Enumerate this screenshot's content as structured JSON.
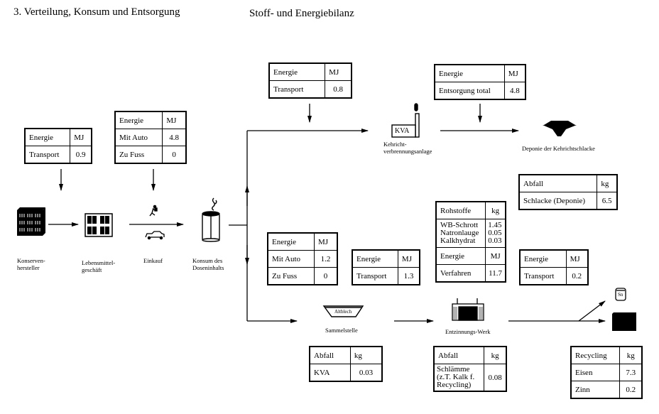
{
  "header": {
    "section_title": "3. Verteilung, Konsum und Entsorgung",
    "subtitle": "Stoff- und Energiebilanz"
  },
  "nodes": {
    "konservenhersteller": "Konserven-\nhersteller",
    "lebensmittelgeschaeft": "Lebensmittel-\ngeschäft",
    "einkauf": "Einkauf",
    "konsum": "Konsum des\nDoseninhalts",
    "kva": "Kehricht-\nverbrennungsanlage",
    "kva_icon_label": "KVA",
    "deponie": "Deponie der Kehrichtschlacke",
    "sammelstelle": "Sammelstelle",
    "sammelstelle_icon_label": "Altblech",
    "entzinnungswerk": "Entzinnungs-Werk",
    "tin_can_icon_label": "Sn"
  },
  "tables": {
    "transport_hersteller": {
      "head": [
        "Energie",
        "MJ"
      ],
      "rows": [
        [
          "Transport",
          "0.9"
        ]
      ]
    },
    "einkauf": {
      "head": [
        "Energie",
        "MJ"
      ],
      "rows": [
        [
          "Mit Auto",
          "4.8"
        ],
        [
          "Zu Fuss",
          "0"
        ]
      ]
    },
    "transport_kva": {
      "head": [
        "Energie",
        "MJ"
      ],
      "rows": [
        [
          "Transport",
          "0.8"
        ]
      ]
    },
    "entsorgung": {
      "head": [
        "Energie",
        "MJ"
      ],
      "rows": [
        [
          "Entsorgung total",
          "4.8"
        ]
      ]
    },
    "abfall_schlacke": {
      "head": [
        "Abfall",
        "kg"
      ],
      "rows": [
        [
          "Schlacke (Deponie)",
          "6.5"
        ]
      ]
    },
    "sammel_fahrt": {
      "head": [
        "Energie",
        "MJ"
      ],
      "rows": [
        [
          "Mit Auto",
          "1.2"
        ],
        [
          "Zu Fuss",
          "0"
        ]
      ]
    },
    "transport_sammel": {
      "head": [
        "Energie",
        "MJ"
      ],
      "rows": [
        [
          "Transport",
          "1.3"
        ]
      ]
    },
    "rohstoffe": {
      "head": [
        "Rohstoffe",
        "kg"
      ],
      "items": [
        "WB-Schrott",
        "Natronlauge",
        "Kalkhydrat"
      ],
      "values": [
        "1.45",
        "0.05",
        "0.03"
      ],
      "energy_head": [
        "Energie",
        "MJ"
      ],
      "energy_rows": [
        [
          "Verfahren",
          "11.7"
        ]
      ]
    },
    "transport_recycling": {
      "head": [
        "Energie",
        "MJ"
      ],
      "rows": [
        [
          "Transport",
          "0.2"
        ]
      ]
    },
    "abfall_kva": {
      "head": [
        "Abfall",
        "kg"
      ],
      "rows": [
        [
          "KVA",
          "0.03"
        ]
      ]
    },
    "abfall_schlaemme": {
      "head": [
        "Abfall",
        "kg"
      ],
      "rows": [
        [
          "Schlämme\n(z.T. Kalk f.\nRecycling)",
          "0.08"
        ]
      ]
    },
    "recycling": {
      "head": [
        "Recycling",
        "kg"
      ],
      "rows": [
        [
          "Eisen",
          "7.3"
        ],
        [
          "Zinn",
          "0.2"
        ]
      ]
    }
  }
}
